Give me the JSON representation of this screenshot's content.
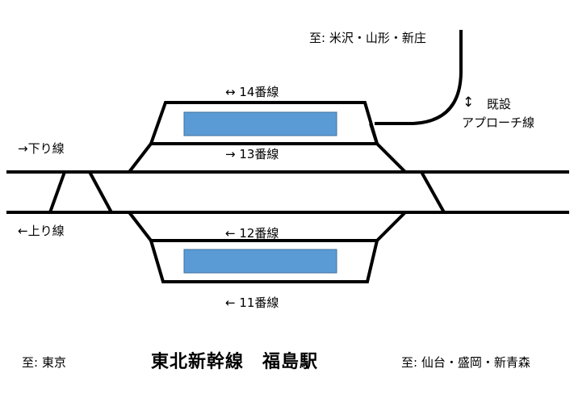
{
  "direction_labels": {
    "yamagata": "至: 米沢・山形・新庄",
    "tokyo": "至: 東京",
    "sendai": "至: 仙台・盛岡・新青森"
  },
  "line_labels": {
    "down": "→下り線",
    "up": "←上り線"
  },
  "tracks": {
    "t14": "↔  14番線",
    "t13": "→  13番線",
    "t12": "←  12番線",
    "t11": "←  11番線"
  },
  "approach": {
    "arrow": "↕",
    "line1": "既設",
    "line2": "アプローチ線"
  },
  "title": "東北新幹線　福島駅",
  "colors": {
    "platform": "#5b9bd5",
    "platform_border": "#41719c",
    "track": "#000000"
  }
}
